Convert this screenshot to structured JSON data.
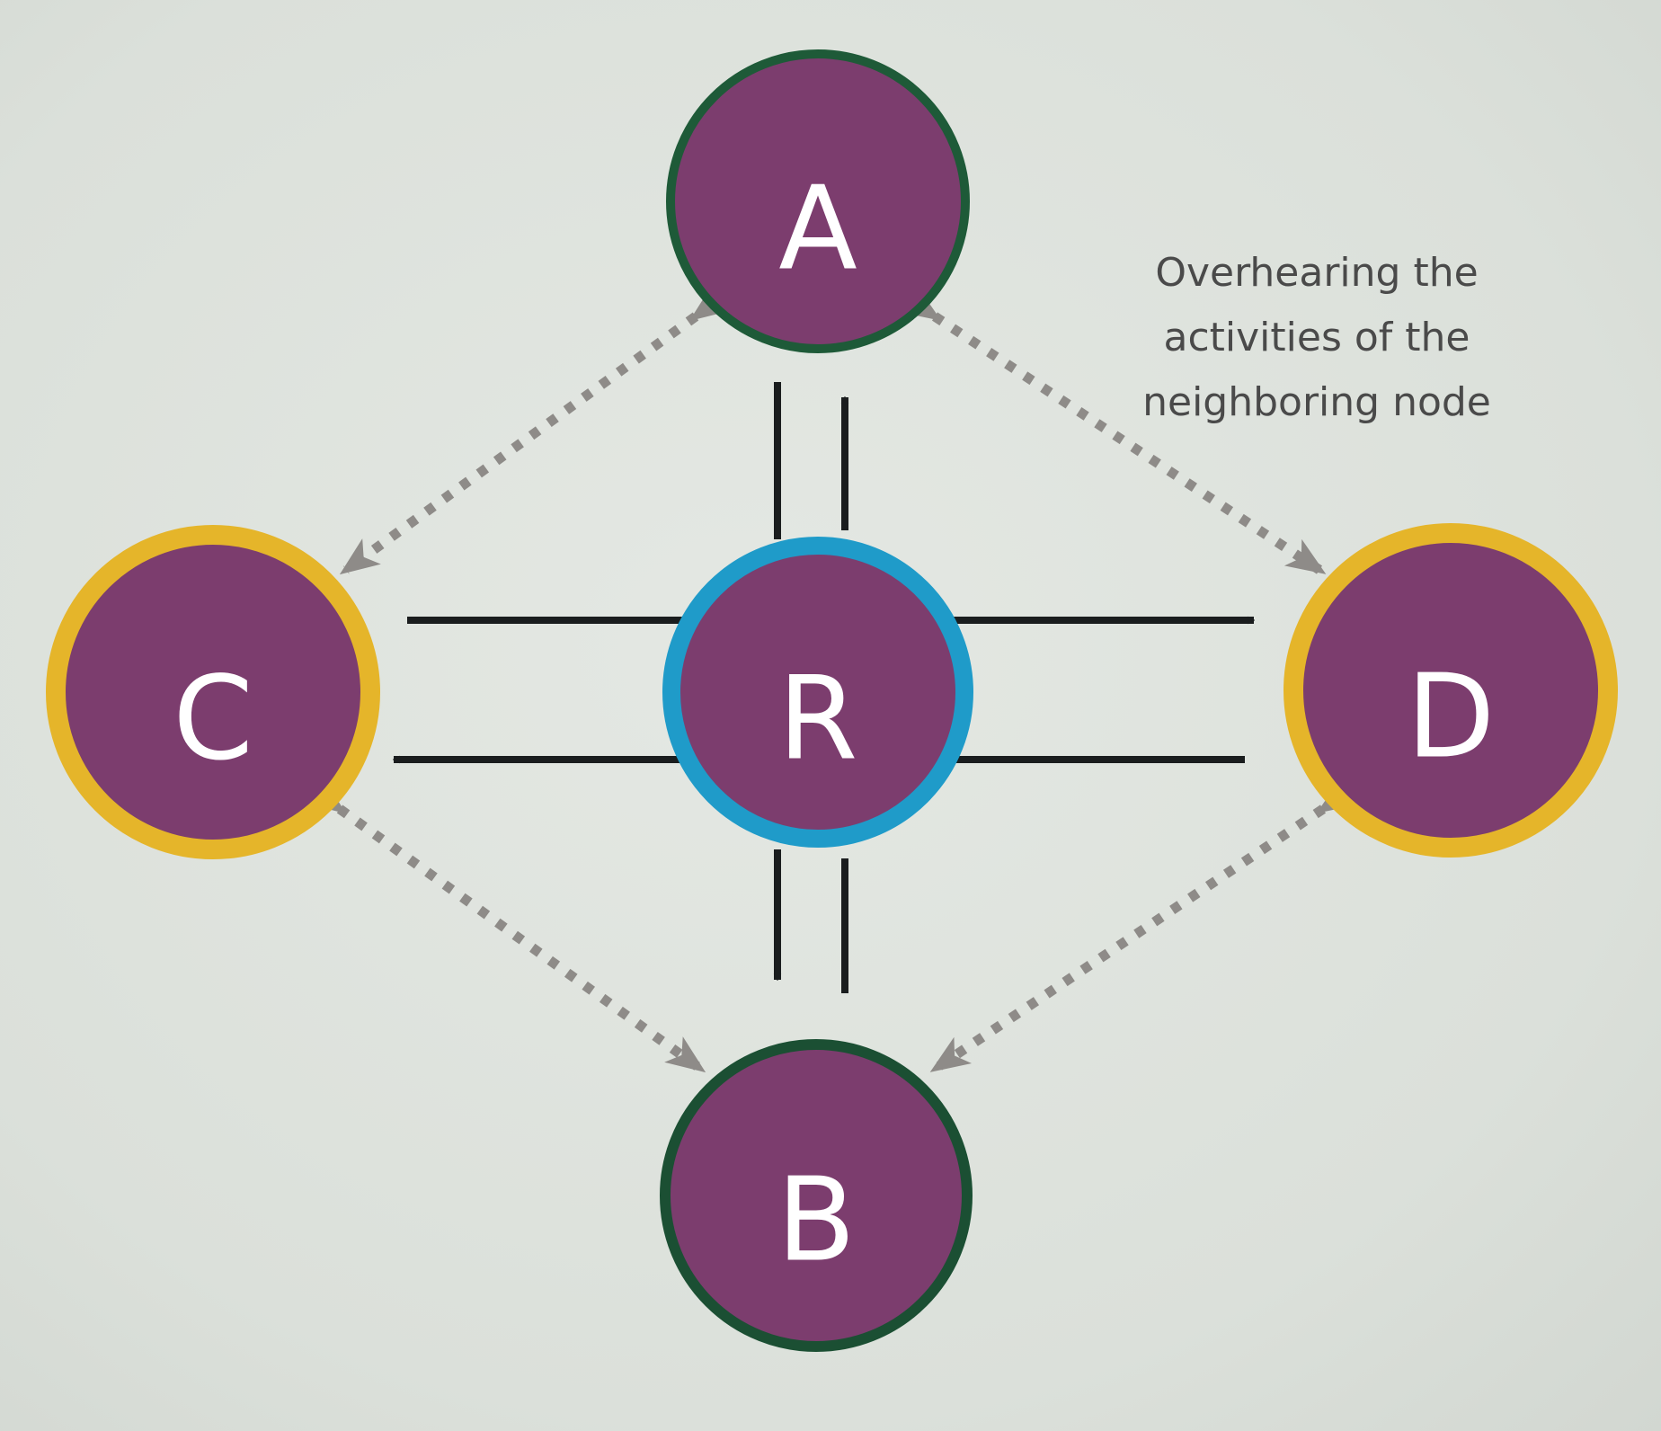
{
  "nodes": {
    "A": {
      "label": "A",
      "ring_color": "#1e5a38"
    },
    "B": {
      "label": "B",
      "ring_color": "#1b4f33"
    },
    "C": {
      "label": "C",
      "ring_color": "#e5b52a"
    },
    "D": {
      "label": "D",
      "ring_color": "#e5b52a"
    },
    "R": {
      "label": "R",
      "ring_color": "#1f9bc9"
    }
  },
  "colors": {
    "node_fill": "#7c3d6e",
    "transmission_arrow": "#1a1d1e",
    "overhearing_arrow": "#8e8b88"
  },
  "annotation": {
    "lines": [
      "Overhearing the",
      "activities of the",
      "neighboring node"
    ]
  }
}
